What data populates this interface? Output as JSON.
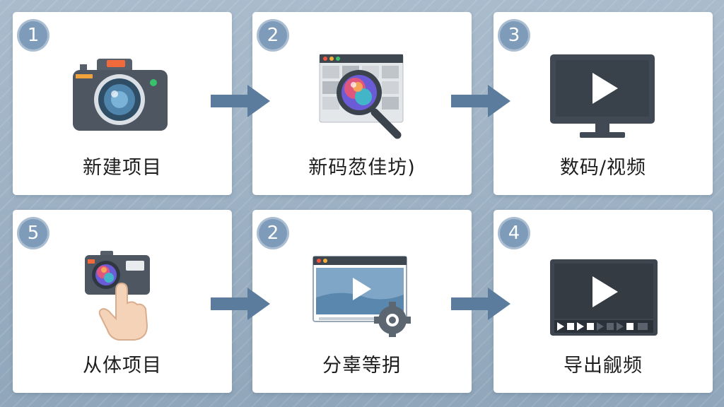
{
  "steps": [
    {
      "badge": "1",
      "label": "新建项目"
    },
    {
      "badge": "2",
      "label": "新码䓤佳坊)"
    },
    {
      "badge": "3",
      "label": "数码/视频"
    },
    {
      "badge": "5",
      "label": "从体项目"
    },
    {
      "badge": "2",
      "label": "分辜等抈"
    },
    {
      "badge": "4",
      "label": "导出觎频"
    }
  ],
  "colors": {
    "badge": "#7e9bb9",
    "arrow": "#5b7c9c",
    "icon_dark": "#4d5661",
    "screen_dark": "#39414a"
  },
  "icons": [
    "camera-icon",
    "magnifier-browser-icon",
    "monitor-play-icon",
    "camera-touch-icon",
    "video-settings-icon",
    "video-player-icon"
  ]
}
